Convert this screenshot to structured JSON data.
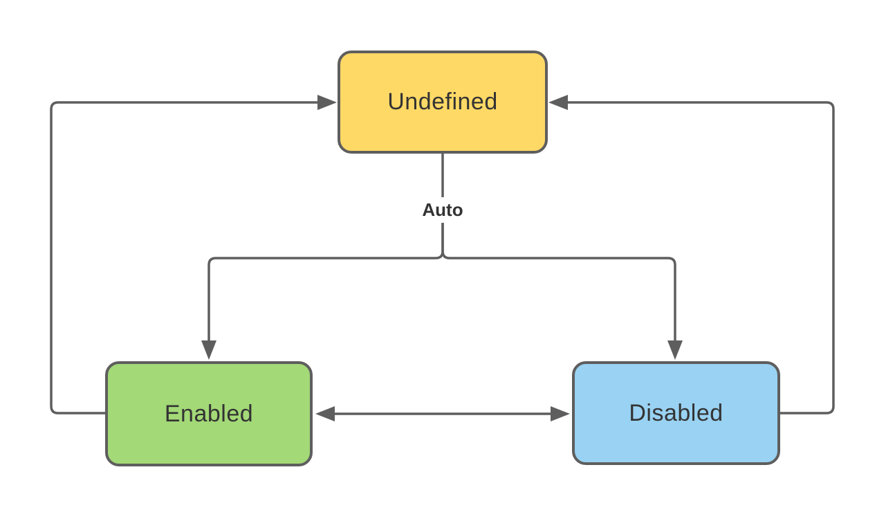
{
  "diagram": {
    "type": "state-diagram",
    "auto_label": "Auto",
    "nodes": [
      {
        "id": "undefined",
        "label": "Undefined",
        "fill": "#FFD966"
      },
      {
        "id": "enabled",
        "label": "Enabled",
        "fill": "#A3D977"
      },
      {
        "id": "disabled",
        "label": "Disabled",
        "fill": "#99D2F2"
      }
    ],
    "edges": [
      {
        "from": "undefined",
        "to": "enabled",
        "label": "Auto",
        "style": "split-branch"
      },
      {
        "from": "undefined",
        "to": "disabled",
        "label": "Auto",
        "style": "split-branch"
      },
      {
        "from": "enabled",
        "to": "undefined",
        "label": "",
        "style": "left-loop"
      },
      {
        "from": "disabled",
        "to": "undefined",
        "label": "",
        "style": "right-loop"
      },
      {
        "from": "enabled",
        "to": "disabled",
        "label": "",
        "style": "bidirectional"
      }
    ]
  },
  "colors": {
    "line": "#5E5E5E",
    "text": "#333333",
    "node_undefined_fill": "#FFD966",
    "node_enabled_fill": "#A3D977",
    "node_disabled_fill": "#99D2F2",
    "background": "#FFFFFF"
  }
}
